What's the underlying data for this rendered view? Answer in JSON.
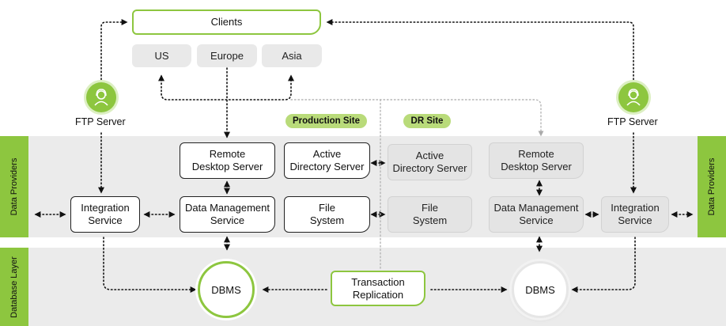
{
  "side_labels": {
    "data_providers_left": "Data Providers",
    "data_providers_right": "Data Providers",
    "database_layer": "Database Layer"
  },
  "clients": {
    "title": "Clients",
    "regions": [
      "US",
      "Europe",
      "Asia"
    ]
  },
  "ftp": {
    "left": "FTP Server",
    "right": "FTP Server"
  },
  "sites": {
    "production": "Production Site",
    "dr": "DR Site"
  },
  "production": {
    "remote_desktop": "Remote\nDesktop Server",
    "active_directory": "Active\nDirectory Server",
    "data_management": "Data Management\nService",
    "file_system": "File\nSystem",
    "integration": "Integration\nService",
    "dbms": "DBMS"
  },
  "dr": {
    "active_directory": "Active\nDirectory Server",
    "file_system": "File\nSystem",
    "remote_desktop": "Remote\nDesktop Server",
    "data_management": "Data Management\nService",
    "integration": "Integration\nService",
    "dbms": "DBMS"
  },
  "replication": "Transaction\nReplication",
  "colors": {
    "accent_green": "#8dc63f",
    "band_gray": "#ebebeb",
    "pill_green": "#b9db7a"
  },
  "icons": {
    "ftp": "user-headset-icon",
    "arrows": "dotted-arrow"
  }
}
